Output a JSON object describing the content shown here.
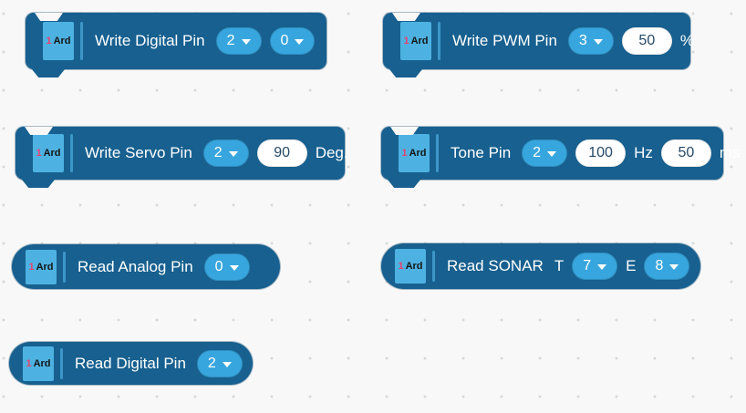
{
  "colors": {
    "page_bg": "#f8f8f8",
    "dot": "#d8d8d8",
    "block_body": "#17608f",
    "block_border": "#10486d",
    "pill_bg": "#38a6de",
    "badge_bg": "#4db2e2",
    "badge_num": "#e8436f",
    "badge_text": "#141414",
    "separator": "#3c97c8",
    "input_bg": "#ffffff",
    "input_text": "#264a68",
    "text": "#ffffff"
  },
  "blocks": [
    {
      "badge": {
        "num": "1",
        "label": "Ard"
      },
      "label": "Write Digital Pin",
      "fields": [
        {
          "kind": "dropdown",
          "value": "2"
        },
        {
          "kind": "dropdown",
          "value": "0"
        }
      ]
    },
    {
      "badge": {
        "num": "1",
        "label": "Ard"
      },
      "label": "Write PWM Pin",
      "fields": [
        {
          "kind": "dropdown",
          "value": "3"
        },
        {
          "kind": "input",
          "value": "50"
        },
        {
          "kind": "unit",
          "value": "%"
        }
      ]
    },
    {
      "badge": {
        "num": "1",
        "label": "Ard"
      },
      "label": "Write Servo Pin",
      "fields": [
        {
          "kind": "dropdown",
          "value": "2"
        },
        {
          "kind": "input",
          "value": "90"
        },
        {
          "kind": "unit",
          "value": "Deg."
        }
      ]
    },
    {
      "badge": {
        "num": "1",
        "label": "Ard"
      },
      "label": "Tone Pin",
      "fields": [
        {
          "kind": "dropdown",
          "value": "2"
        },
        {
          "kind": "input",
          "value": "100"
        },
        {
          "kind": "unit",
          "value": "Hz"
        },
        {
          "kind": "input",
          "value": "50"
        },
        {
          "kind": "unit",
          "value": "ms"
        }
      ]
    },
    {
      "badge": {
        "num": "1",
        "label": "Ard"
      },
      "label": "Read Analog Pin",
      "fields": [
        {
          "kind": "dropdown",
          "value": "0"
        }
      ]
    },
    {
      "badge": {
        "num": "1",
        "label": "Ard"
      },
      "label": "Read SONAR",
      "fields": [
        {
          "kind": "unit",
          "value": "T"
        },
        {
          "kind": "dropdown",
          "value": "7"
        },
        {
          "kind": "unit",
          "value": "E"
        },
        {
          "kind": "dropdown",
          "value": "8"
        }
      ]
    },
    {
      "badge": {
        "num": "1",
        "label": "Ard"
      },
      "label": "Read Digital Pin",
      "fields": [
        {
          "kind": "dropdown",
          "value": "2"
        }
      ]
    }
  ]
}
